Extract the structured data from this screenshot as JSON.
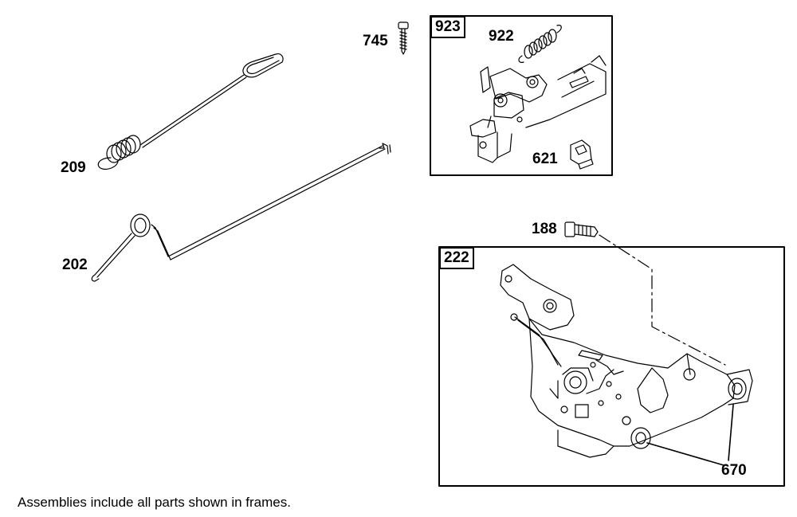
{
  "callouts": {
    "p745": "745",
    "p923": "923",
    "p922": "922",
    "p621": "621",
    "p209": "209",
    "p202": "202",
    "p188": "188",
    "p222": "222",
    "p670": "670"
  },
  "footer": {
    "note": "Assemblies include all parts shown in frames."
  },
  "colors": {
    "ink": "#000000",
    "paper": "#ffffff"
  }
}
